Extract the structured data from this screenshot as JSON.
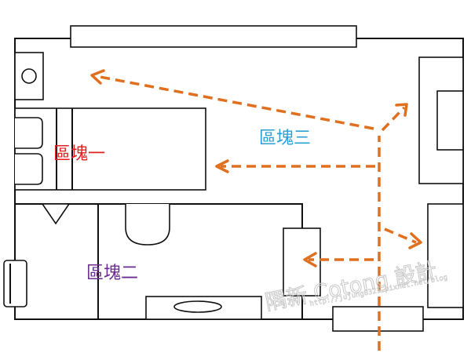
{
  "zones": {
    "zone_1": {
      "label": "區塊一",
      "color": "#e02020"
    },
    "zone_2": {
      "label": "區塊二",
      "color": "#6a2c91"
    },
    "zone_3": {
      "label": "區塊三",
      "color": "#2a9fd6"
    }
  },
  "arrow_color": "#e0701f",
  "watermark": {
    "brand": "隅新 Cotong 設計",
    "url": "http://jujung0321.pixnet.net/blog"
  }
}
